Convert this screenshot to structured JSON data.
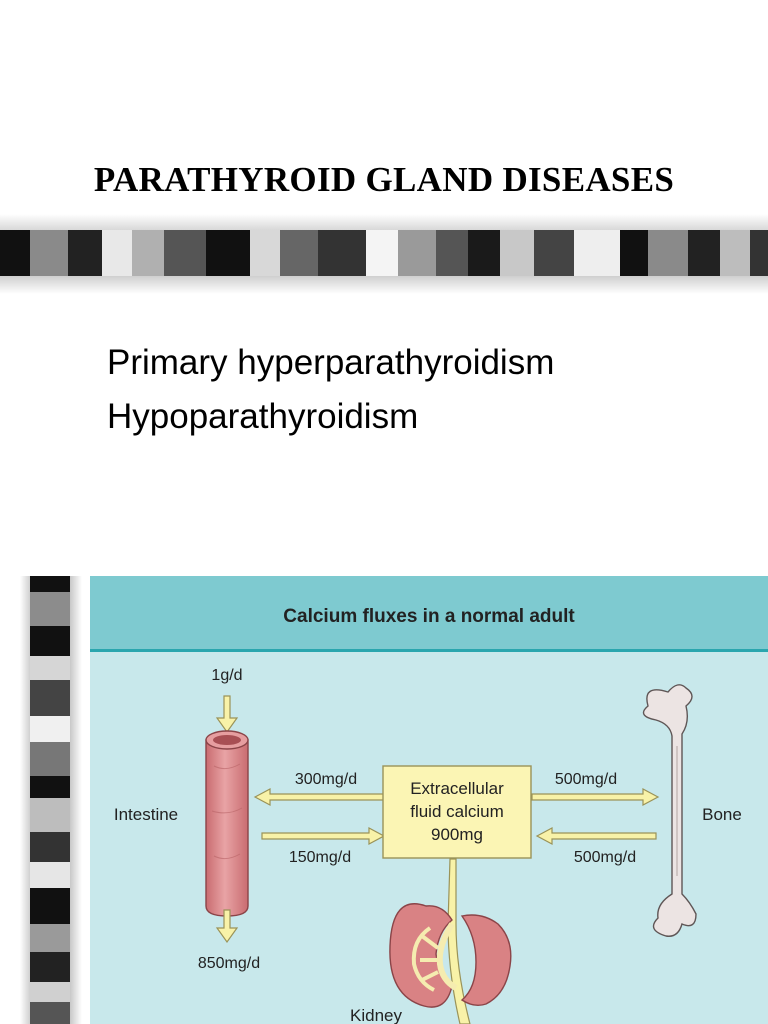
{
  "slide": {
    "title": "PARATHYROID GLAND DISEASES",
    "bullets": [
      "Primary hyperparathyroidism",
      "Hypoparathyroidism"
    ]
  },
  "figure": {
    "header": "Calcium fluxes in a normal adult",
    "center_box": [
      "Extracellular",
      "fluid calcium",
      "900mg"
    ],
    "organs": {
      "intestine": "Intestine",
      "bone": "Bone",
      "kidney": "Kidney"
    },
    "fluxes": {
      "intake": "1g/d",
      "to_intestine": "300mg/d",
      "from_intestine": "150mg/d",
      "fecal": "850mg/d",
      "to_bone": "500mg/d",
      "from_bone": "500mg/d"
    }
  },
  "colors": {
    "figure_header_bg": "#7ecad0",
    "figure_body_bg": "#c8e8eb",
    "header_rule": "#2aa6ae",
    "box_fill": "#fbf5b4",
    "arrow_fill": "#f8f2a8",
    "arrow_stroke": "#9a9358",
    "intestine": "#e39597",
    "kidney": "#d98284",
    "bone": "#ece4e3"
  }
}
